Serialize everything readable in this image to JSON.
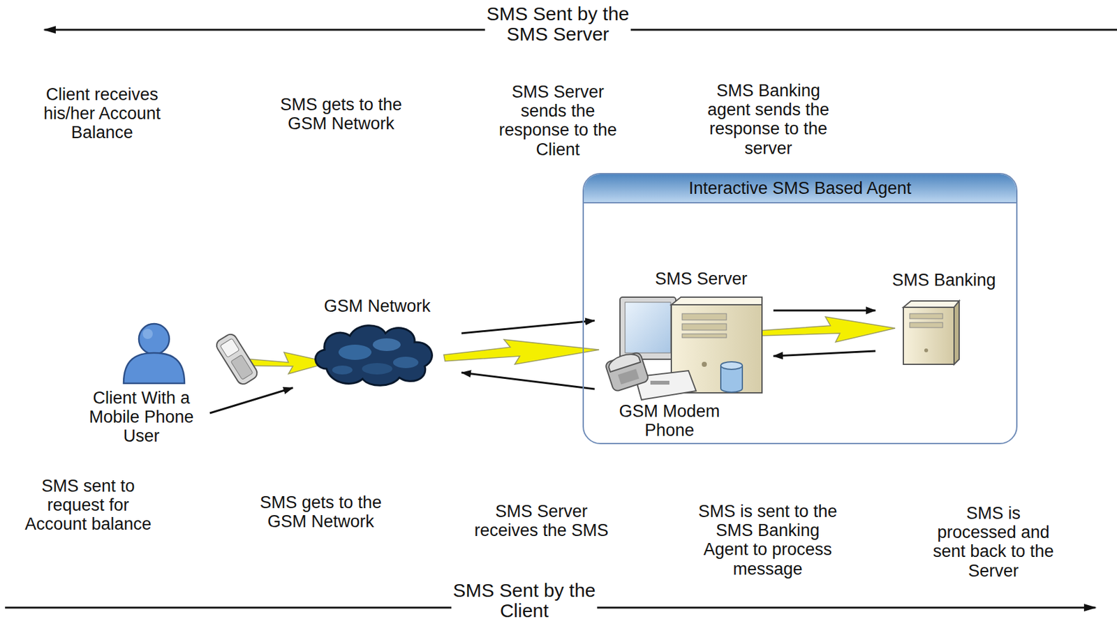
{
  "diagram": {
    "nodes": [
      {
        "text": [
          "Client With a Mobile Phone User"
        ]
      },
      {
        "text": [
          "GSM Network"
        ]
      },
      {
        "text": [
          "Interactive SMS Based Agent"
        ]
      },
      {
        "text": [
          "SMS Server",
          "GSM Modem Phone"
        ],
        "in": 2
      },
      {
        "text": [
          "SMS Banking"
        ],
        "in": 2
      }
    ],
    "edges": [
      {
        "from": 0,
        "to": 1,
        "arrow": "to"
      },
      {
        "from": 1,
        "to": 3,
        "arrow": "to"
      },
      {
        "from": 3,
        "to": 1,
        "arrow": "to"
      },
      {
        "from": 3,
        "to": 4,
        "arrow": "to"
      },
      {
        "from": 4,
        "to": 3,
        "arrow": "to"
      }
    ],
    "labels": [
      "SMS Sent by the SMS Server",
      "Client receives his/her Account Balance",
      "SMS gets to the GSM Network",
      "SMS Server sends the response to the Client",
      "SMS Banking agent sends the response to the server",
      "SMS sent to request for Account balance",
      "SMS gets to the GSM Network",
      "SMS Server receives the SMS",
      "SMS is sent to the SMS Banking Agent to process message",
      "SMS is processed and sent back to the Server",
      "SMS Sent by the Client"
    ]
  }
}
